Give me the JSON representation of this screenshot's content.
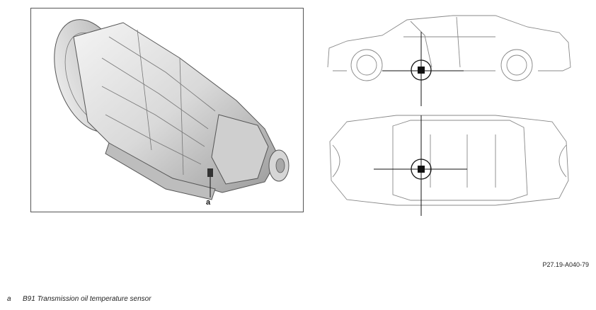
{
  "callout": {
    "letter": "a"
  },
  "figure_id": "P27.19-A040-79",
  "legend": [
    {
      "key": "a",
      "text": "B91 Transmission oil temperature sensor"
    }
  ]
}
